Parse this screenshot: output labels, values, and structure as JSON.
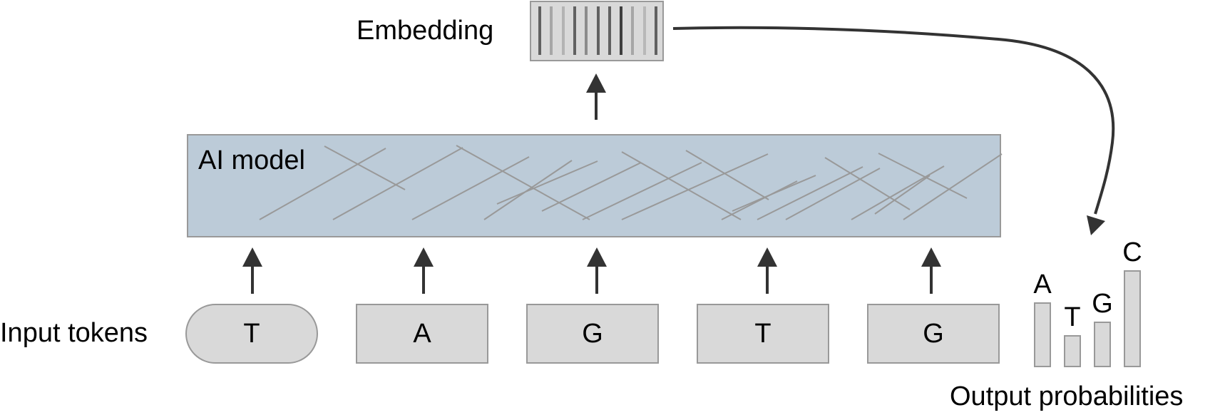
{
  "labels": {
    "embedding": "Embedding",
    "model": "AI model",
    "input_tokens": "Input tokens",
    "output_probabilities": "Output probabilities"
  },
  "input_tokens": [
    "T",
    "A",
    "G",
    "T",
    "G"
  ],
  "embedding_bar_tones": [
    "#616161",
    "#a6a6a6",
    "#b3b3b3",
    "#616161",
    "#8c8c8c",
    "#616161",
    "#616161",
    "#3f3f3f",
    "#a6a6a6",
    "#b8b8b8",
    "#616161"
  ],
  "output_probabilities": [
    {
      "token": "A",
      "value": 0.67
    },
    {
      "token": "T",
      "value": 0.33
    },
    {
      "token": "G",
      "value": 0.47
    },
    {
      "token": "C",
      "value": 1.0
    }
  ],
  "colors": {
    "model_fill": "#bccbd8",
    "box_fill": "#d9d9d9",
    "border": "#999999",
    "arrow": "#333333",
    "network_lines": "#999999"
  }
}
